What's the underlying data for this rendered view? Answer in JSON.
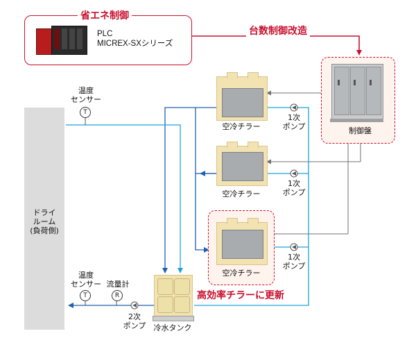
{
  "energy_saving_control": {
    "title": "省エネ制御",
    "plc_line1": "PLC",
    "plc_line2": "MICREX-SXシリーズ"
  },
  "unit_control_label": "台数制御改造",
  "control_panel_label": "制御盤",
  "dry_room": {
    "line1": "ドライ",
    "line2": "ルーム",
    "line3": "(負荷側)"
  },
  "temp_sensor_top": {
    "line1": "温度",
    "line2": "センサー",
    "symbol": "T"
  },
  "temp_sensor_bottom": {
    "line1": "温度",
    "line2": "センサー",
    "symbol": "T"
  },
  "flow_meter": {
    "label": "流量計",
    "symbol": "R"
  },
  "chillers": [
    {
      "label": "空冷チラー"
    },
    {
      "label": "空冷チラー"
    },
    {
      "label": "空冷チラー"
    }
  ],
  "primary_pumps": [
    {
      "line1": "1次",
      "line2": "ポンプ"
    },
    {
      "line1": "1次",
      "line2": "ポンプ"
    },
    {
      "line1": "1次",
      "line2": "ポンプ"
    }
  ],
  "secondary_pump": {
    "line1": "2次",
    "line2": "ポンプ"
  },
  "cold_water_tank_label": "冷水タンク",
  "high_efficiency_label": "高効率チラーに更新",
  "colors": {
    "accent_red": "#c8102e",
    "pipe_dark_blue": "#1f5fb0",
    "pipe_cyan": "#1fa3d9",
    "signal_gray": "#707070",
    "chiller_body": "#f3e3b3",
    "dry_room": "#dcdcdc"
  }
}
